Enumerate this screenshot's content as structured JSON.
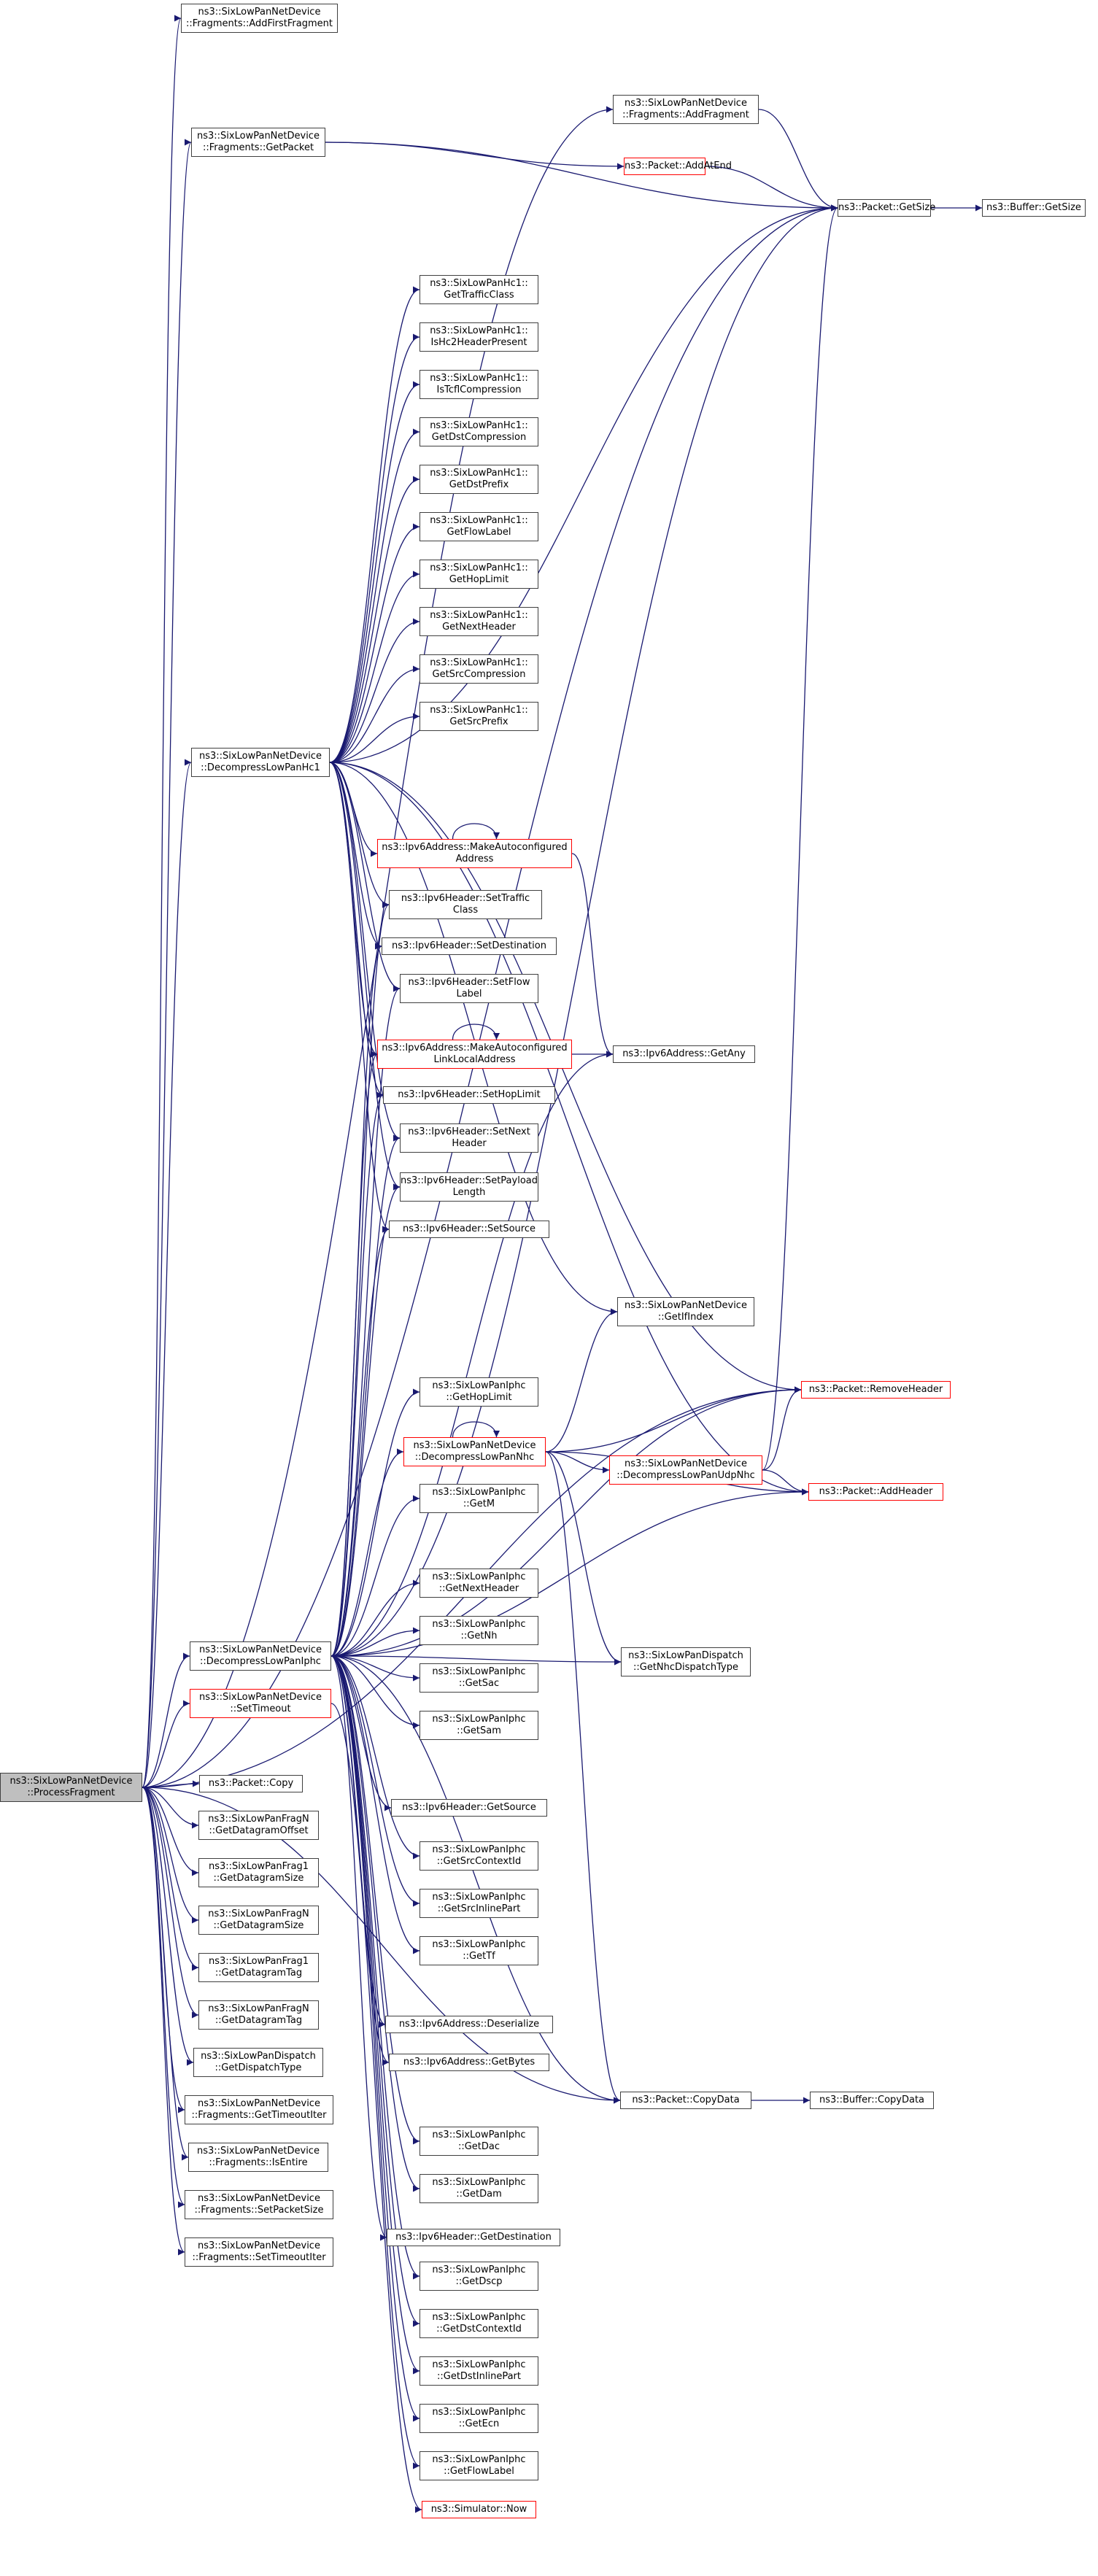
{
  "diagram": {
    "root": "n0",
    "colors": {
      "edge": "#191970",
      "border": "#404040",
      "highlight": "#ff0000",
      "root_fill": "#bfbfbf"
    },
    "nodes": [
      {
        "id": "n0",
        "lines": [
          "ns3::SixLowPanNetDevice",
          "::ProcessFragment"
        ],
        "style": "root"
      },
      {
        "id": "n1",
        "lines": [
          "ns3::SixLowPanNetDevice",
          "::Fragments::AddFirstFragment"
        ],
        "style": "normal"
      },
      {
        "id": "n2",
        "lines": [
          "ns3::SixLowPanNetDevice",
          "::Fragments::AddFragment"
        ],
        "style": "normal"
      },
      {
        "id": "n3",
        "lines": [
          "ns3::Packet::GetSize"
        ],
        "style": "normal"
      },
      {
        "id": "n4",
        "lines": [
          "ns3::Buffer::GetSize"
        ],
        "style": "normal"
      },
      {
        "id": "n5",
        "lines": [
          "ns3::SixLowPanNetDevice",
          "::Fragments::GetPacket"
        ],
        "style": "normal"
      },
      {
        "id": "n6",
        "lines": [
          "ns3::Packet::AddAtEnd"
        ],
        "style": "red"
      },
      {
        "id": "n7",
        "lines": [
          "ns3::SixLowPanHc1::",
          "GetTrafficClass"
        ],
        "style": "normal"
      },
      {
        "id": "n8",
        "lines": [
          "ns3::SixLowPanHc1::",
          "IsHc2HeaderPresent"
        ],
        "style": "normal"
      },
      {
        "id": "n9",
        "lines": [
          "ns3::SixLowPanHc1::",
          "IsTcflCompression"
        ],
        "style": "normal"
      },
      {
        "id": "n10",
        "lines": [
          "ns3::SixLowPanHc1::",
          "GetDstCompression"
        ],
        "style": "normal"
      },
      {
        "id": "n11",
        "lines": [
          "ns3::SixLowPanHc1::",
          "GetDstPrefix"
        ],
        "style": "normal"
      },
      {
        "id": "n12",
        "lines": [
          "ns3::SixLowPanHc1::",
          "GetFlowLabel"
        ],
        "style": "normal"
      },
      {
        "id": "n13",
        "lines": [
          "ns3::SixLowPanHc1::",
          "GetHopLimit"
        ],
        "style": "normal"
      },
      {
        "id": "n14",
        "lines": [
          "ns3::SixLowPanHc1::",
          "GetNextHeader"
        ],
        "style": "normal"
      },
      {
        "id": "n15",
        "lines": [
          "ns3::SixLowPanHc1::",
          "GetSrcCompression"
        ],
        "style": "normal"
      },
      {
        "id": "n16",
        "lines": [
          "ns3::SixLowPanHc1::",
          "GetSrcPrefix"
        ],
        "style": "normal"
      },
      {
        "id": "n17",
        "lines": [
          "ns3::SixLowPanNetDevice",
          "::DecompressLowPanHc1"
        ],
        "style": "normal"
      },
      {
        "id": "n18",
        "lines": [
          "ns3::Ipv6Address::MakeAutoconfigured",
          "Address"
        ],
        "style": "red"
      },
      {
        "id": "n19",
        "lines": [
          "ns3::Ipv6Header::SetTraffic",
          "Class"
        ],
        "style": "normal"
      },
      {
        "id": "n20",
        "lines": [
          "ns3::Ipv6Header::SetDestination"
        ],
        "style": "normal"
      },
      {
        "id": "n21",
        "lines": [
          "ns3::Ipv6Header::SetFlow",
          "Label"
        ],
        "style": "normal"
      },
      {
        "id": "n22",
        "lines": [
          "ns3::Ipv6Address::MakeAutoconfigured",
          "LinkLocalAddress"
        ],
        "style": "red"
      },
      {
        "id": "n23",
        "lines": [
          "ns3::Ipv6Address::GetAny"
        ],
        "style": "normal"
      },
      {
        "id": "n24",
        "lines": [
          "ns3::Ipv6Header::SetHopLimit"
        ],
        "style": "normal"
      },
      {
        "id": "n25",
        "lines": [
          "ns3::Ipv6Header::SetNext",
          "Header"
        ],
        "style": "normal"
      },
      {
        "id": "n26",
        "lines": [
          "ns3::Ipv6Header::SetPayload",
          "Length"
        ],
        "style": "normal"
      },
      {
        "id": "n27",
        "lines": [
          "ns3::Ipv6Header::SetSource"
        ],
        "style": "normal"
      },
      {
        "id": "n28",
        "lines": [
          "ns3::SixLowPanNetDevice",
          "::GetIfIndex"
        ],
        "style": "normal"
      },
      {
        "id": "n29",
        "lines": [
          "ns3::SixLowPanIphc",
          "::GetHopLimit"
        ],
        "style": "normal"
      },
      {
        "id": "n30",
        "lines": [
          "ns3::Packet::RemoveHeader"
        ],
        "style": "red"
      },
      {
        "id": "n31",
        "lines": [
          "ns3::SixLowPanNetDevice",
          "::DecompressLowPanNhc"
        ],
        "style": "red"
      },
      {
        "id": "n32",
        "lines": [
          "ns3::SixLowPanNetDevice",
          "::DecompressLowPanUdpNhc"
        ],
        "style": "red"
      },
      {
        "id": "n33",
        "lines": [
          "ns3::Packet::AddHeader"
        ],
        "style": "red"
      },
      {
        "id": "n34",
        "lines": [
          "ns3::SixLowPanIphc",
          "::GetM"
        ],
        "style": "normal"
      },
      {
        "id": "n35",
        "lines": [
          "ns3::SixLowPanIphc",
          "::GetNextHeader"
        ],
        "style": "normal"
      },
      {
        "id": "n36",
        "lines": [
          "ns3::SixLowPanIphc",
          "::GetNh"
        ],
        "style": "normal"
      },
      {
        "id": "n37",
        "lines": [
          "ns3::SixLowPanDispatch",
          "::GetNhcDispatchType"
        ],
        "style": "normal"
      },
      {
        "id": "n38",
        "lines": [
          "ns3::SixLowPanNetDevice",
          "::DecompressLowPanIphc"
        ],
        "style": "normal"
      },
      {
        "id": "n39",
        "lines": [
          "ns3::SixLowPanIphc",
          "::GetSac"
        ],
        "style": "normal"
      },
      {
        "id": "n40",
        "lines": [
          "ns3::SixLowPanNetDevice",
          "::SetTimeout"
        ],
        "style": "red"
      },
      {
        "id": "n41",
        "lines": [
          "ns3::SixLowPanIphc",
          "::GetSam"
        ],
        "style": "normal"
      },
      {
        "id": "n42",
        "lines": [
          "ns3::Packet::Copy"
        ],
        "style": "normal"
      },
      {
        "id": "n43",
        "lines": [
          "ns3::Ipv6Header::GetSource"
        ],
        "style": "normal"
      },
      {
        "id": "n44",
        "lines": [
          "ns3::SixLowPanFragN",
          "::GetDatagramOffset"
        ],
        "style": "normal"
      },
      {
        "id": "n45",
        "lines": [
          "ns3::SixLowPanIphc",
          "::GetSrcContextId"
        ],
        "style": "normal"
      },
      {
        "id": "n46",
        "lines": [
          "ns3::SixLowPanFrag1",
          "::GetDatagramSize"
        ],
        "style": "normal"
      },
      {
        "id": "n47",
        "lines": [
          "ns3::SixLowPanIphc",
          "::GetSrcInlinePart"
        ],
        "style": "normal"
      },
      {
        "id": "n48",
        "lines": [
          "ns3::SixLowPanFragN",
          "::GetDatagramSize"
        ],
        "style": "normal"
      },
      {
        "id": "n49",
        "lines": [
          "ns3::SixLowPanIphc",
          "::GetTf"
        ],
        "style": "normal"
      },
      {
        "id": "n50",
        "lines": [
          "ns3::SixLowPanFrag1",
          "::GetDatagramTag"
        ],
        "style": "normal"
      },
      {
        "id": "n51",
        "lines": [
          "ns3::SixLowPanFragN",
          "::GetDatagramTag"
        ],
        "style": "normal"
      },
      {
        "id": "n52",
        "lines": [
          "ns3::Ipv6Address::Deserialize"
        ],
        "style": "normal"
      },
      {
        "id": "n53",
        "lines": [
          "ns3::SixLowPanDispatch",
          "::GetDispatchType"
        ],
        "style": "normal"
      },
      {
        "id": "n54",
        "lines": [
          "ns3::Ipv6Address::GetBytes"
        ],
        "style": "normal"
      },
      {
        "id": "n55",
        "lines": [
          "ns3::SixLowPanNetDevice",
          "::Fragments::GetTimeoutIter"
        ],
        "style": "normal"
      },
      {
        "id": "n56",
        "lines": [
          "ns3::Packet::CopyData"
        ],
        "style": "normal"
      },
      {
        "id": "n57",
        "lines": [
          "ns3::Buffer::CopyData"
        ],
        "style": "normal"
      },
      {
        "id": "n58",
        "lines": [
          "ns3::SixLowPanNetDevice",
          "::Fragments::IsEntire"
        ],
        "style": "normal"
      },
      {
        "id": "n59",
        "lines": [
          "ns3::SixLowPanIphc",
          "::GetDac"
        ],
        "style": "normal"
      },
      {
        "id": "n60",
        "lines": [
          "ns3::SixLowPanNetDevice",
          "::Fragments::SetPacketSize"
        ],
        "style": "normal"
      },
      {
        "id": "n61",
        "lines": [
          "ns3::SixLowPanIphc",
          "::GetDam"
        ],
        "style": "normal"
      },
      {
        "id": "n62",
        "lines": [
          "ns3::SixLowPanNetDevice",
          "::Fragments::SetTimeoutIter"
        ],
        "style": "normal"
      },
      {
        "id": "n63",
        "lines": [
          "ns3::Ipv6Header::GetDestination"
        ],
        "style": "normal"
      },
      {
        "id": "n64",
        "lines": [
          "ns3::SixLowPanIphc",
          "::GetDscp"
        ],
        "style": "normal"
      },
      {
        "id": "n65",
        "lines": [
          "ns3::SixLowPanIphc",
          "::GetDstContextId"
        ],
        "style": "normal"
      },
      {
        "id": "n66",
        "lines": [
          "ns3::SixLowPanIphc",
          "::GetDstInlinePart"
        ],
        "style": "normal"
      },
      {
        "id": "n67",
        "lines": [
          "ns3::SixLowPanIphc",
          "::GetEcn"
        ],
        "style": "normal"
      },
      {
        "id": "n68",
        "lines": [
          "ns3::SixLowPanIphc",
          "::GetFlowLabel"
        ],
        "style": "normal"
      },
      {
        "id": "n69",
        "lines": [
          "ns3::Simulator::Now"
        ],
        "style": "red"
      }
    ],
    "edges": [
      [
        "n0",
        "n1"
      ],
      [
        "n0",
        "n2"
      ],
      [
        "n0",
        "n3"
      ],
      [
        "n0",
        "n5"
      ],
      [
        "n0",
        "n17"
      ],
      [
        "n0",
        "n38"
      ],
      [
        "n0",
        "n40"
      ],
      [
        "n0",
        "n42"
      ],
      [
        "n0",
        "n44"
      ],
      [
        "n0",
        "n46"
      ],
      [
        "n0",
        "n48"
      ],
      [
        "n0",
        "n50"
      ],
      [
        "n0",
        "n51"
      ],
      [
        "n0",
        "n53"
      ],
      [
        "n0",
        "n55"
      ],
      [
        "n0",
        "n58"
      ],
      [
        "n0",
        "n60"
      ],
      [
        "n0",
        "n62"
      ],
      [
        "n0",
        "n30"
      ],
      [
        "n0",
        "n56"
      ],
      [
        "n2",
        "n3"
      ],
      [
        "n3",
        "n4"
      ],
      [
        "n5",
        "n6"
      ],
      [
        "n5",
        "n3"
      ],
      [
        "n6",
        "n3"
      ],
      [
        "n17",
        "n7"
      ],
      [
        "n17",
        "n8"
      ],
      [
        "n17",
        "n9"
      ],
      [
        "n17",
        "n10"
      ],
      [
        "n17",
        "n11"
      ],
      [
        "n17",
        "n12"
      ],
      [
        "n17",
        "n13"
      ],
      [
        "n17",
        "n14"
      ],
      [
        "n17",
        "n15"
      ],
      [
        "n17",
        "n16"
      ],
      [
        "n17",
        "n3"
      ],
      [
        "n17",
        "n18"
      ],
      [
        "n17",
        "n19"
      ],
      [
        "n17",
        "n20"
      ],
      [
        "n17",
        "n21"
      ],
      [
        "n17",
        "n22"
      ],
      [
        "n17",
        "n24"
      ],
      [
        "n17",
        "n25"
      ],
      [
        "n17",
        "n26"
      ],
      [
        "n17",
        "n27"
      ],
      [
        "n17",
        "n28"
      ],
      [
        "n17",
        "n30"
      ],
      [
        "n17",
        "n33"
      ],
      [
        "n18",
        "n18"
      ],
      [
        "n18",
        "n23"
      ],
      [
        "n22",
        "n22"
      ],
      [
        "n22",
        "n23"
      ],
      [
        "n31",
        "n31"
      ],
      [
        "n31",
        "n28"
      ],
      [
        "n31",
        "n30"
      ],
      [
        "n31",
        "n32"
      ],
      [
        "n31",
        "n33"
      ],
      [
        "n31",
        "n37"
      ],
      [
        "n31",
        "n56"
      ],
      [
        "n32",
        "n3"
      ],
      [
        "n32",
        "n30"
      ],
      [
        "n32",
        "n33"
      ],
      [
        "n38",
        "n3"
      ],
      [
        "n38",
        "n19"
      ],
      [
        "n38",
        "n20"
      ],
      [
        "n38",
        "n21"
      ],
      [
        "n38",
        "n22"
      ],
      [
        "n38",
        "n23"
      ],
      [
        "n38",
        "n24"
      ],
      [
        "n38",
        "n25"
      ],
      [
        "n38",
        "n26"
      ],
      [
        "n38",
        "n27"
      ],
      [
        "n38",
        "n29"
      ],
      [
        "n38",
        "n30"
      ],
      [
        "n38",
        "n31"
      ],
      [
        "n38",
        "n34"
      ],
      [
        "n38",
        "n35"
      ],
      [
        "n38",
        "n36"
      ],
      [
        "n38",
        "n37"
      ],
      [
        "n38",
        "n39"
      ],
      [
        "n38",
        "n41"
      ],
      [
        "n38",
        "n43"
      ],
      [
        "n38",
        "n45"
      ],
      [
        "n38",
        "n47"
      ],
      [
        "n38",
        "n49"
      ],
      [
        "n38",
        "n52"
      ],
      [
        "n38",
        "n54"
      ],
      [
        "n38",
        "n56"
      ],
      [
        "n38",
        "n59"
      ],
      [
        "n38",
        "n61"
      ],
      [
        "n38",
        "n63"
      ],
      [
        "n38",
        "n64"
      ],
      [
        "n38",
        "n65"
      ],
      [
        "n38",
        "n66"
      ],
      [
        "n38",
        "n67"
      ],
      [
        "n38",
        "n68"
      ],
      [
        "n38",
        "n33"
      ],
      [
        "n40",
        "n69"
      ],
      [
        "n56",
        "n57"
      ]
    ]
  }
}
